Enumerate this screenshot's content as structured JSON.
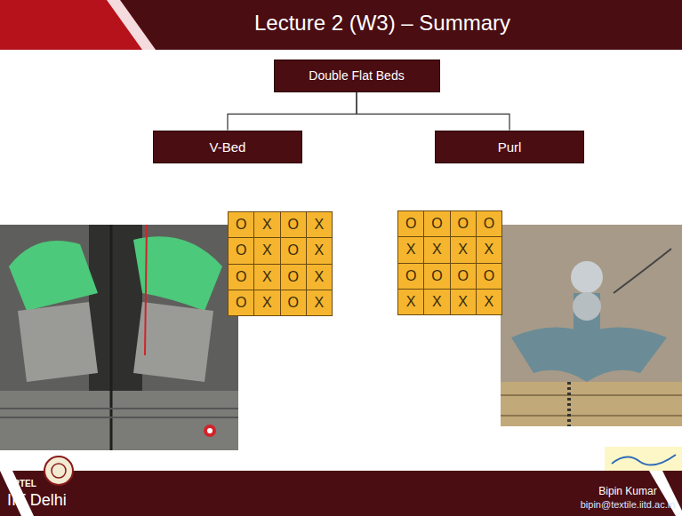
{
  "diagram": {
    "title": "Lecture 2 (W3) – Summary",
    "nodes": [
      {
        "text": [
          "Double Flat Beds"
        ]
      },
      {
        "text": [
          "V-Bed"
        ]
      },
      {
        "text": [
          "Purl"
        ]
      }
    ],
    "edges": [
      {
        "from": 0,
        "to": 1,
        "arrow": "none"
      },
      {
        "from": 0,
        "to": 2,
        "arrow": "none"
      }
    ],
    "labels": [
      "O",
      "X",
      "O",
      "X",
      "O",
      "X",
      "O",
      "X",
      "O",
      "X",
      "O",
      "X",
      "O",
      "X",
      "O",
      "X",
      "O",
      "O",
      "O",
      "O",
      "X",
      "X",
      "X",
      "X",
      "O",
      "O",
      "O",
      "O",
      "X",
      "X",
      "X",
      "X",
      "NPTEL",
      "IIT Delhi",
      "Bipin Kumar",
      "bipin@textile.iitd.ac.in"
    ]
  }
}
